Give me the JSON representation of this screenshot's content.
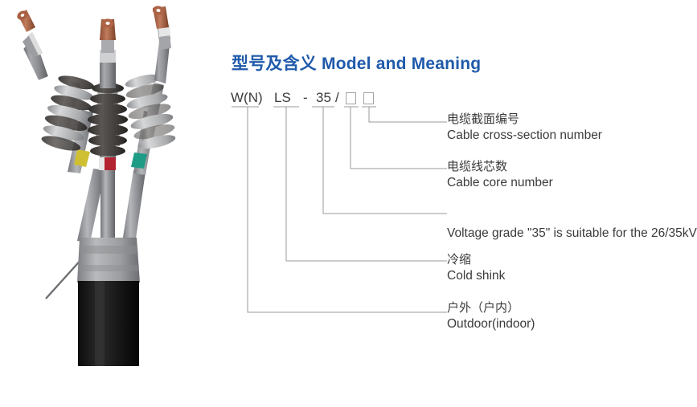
{
  "title": "型号及含义 Model and Meaning",
  "title_color": "#1f5aaa",
  "code": {
    "outdoor_indoor": "W(N)",
    "cold_shrink": "LS",
    "dash": "-",
    "voltage_grade": "35",
    "slash": "/",
    "box_core": "",
    "box_section": ""
  },
  "labels": {
    "cross_section": {
      "cn": "电缆截面编号",
      "en": "Cable cross-section number"
    },
    "core_number": {
      "cn": "电缆线芯数",
      "en": "Cable core number"
    },
    "voltage_grade": {
      "cn": "",
      "en": "Voltage grade \"35\"  is suitable for the 26/35kV"
    },
    "cold_shrink": {
      "cn": "冷缩",
      "en": "Cold shink"
    },
    "outdoor_indoor": {
      "cn": "户外（户内）",
      "en": "Outdoor(indoor)"
    }
  },
  "product_photo": {
    "name": "three-core-cold-shrink-cable-termination",
    "colors": {
      "body_gray": "#9d9fa3",
      "skirt_light": "#c9cacb",
      "skirt_dark": "#4c4a48",
      "lug_copper": "#b0694a",
      "sheath_black": "#121212",
      "phase_yellow": "#d6c532",
      "phase_red": "#b32430",
      "phase_green": "#1f9c86"
    }
  },
  "line_color": "#9b9898"
}
